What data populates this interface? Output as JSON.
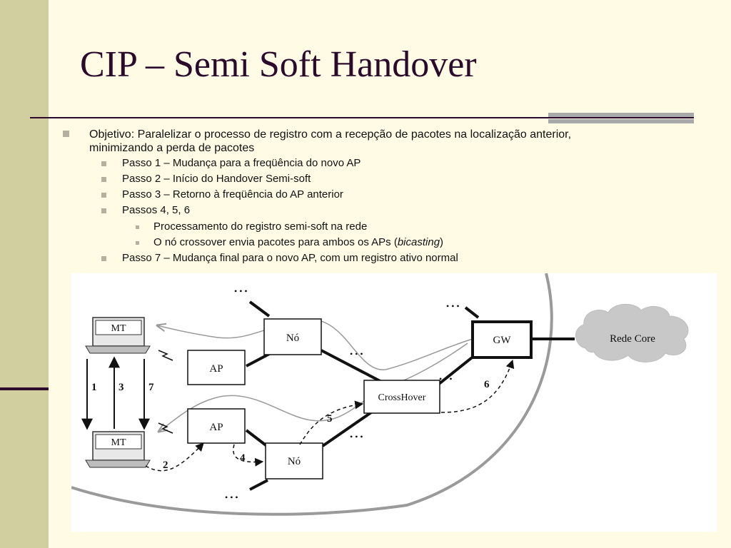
{
  "slide": {
    "title": "CIP – Semi Soft Handover"
  },
  "bullets": {
    "main_line1": "Objetivo: Paralelizar o processo de registro com a recepção de pacotes na localização anterior,",
    "main_line2": "minimizando a perda de pacotes",
    "step1": "Passo 1 – Mudança para a freqüência do novo AP",
    "step2": "Passo 2 – Início do Handover Semi-soft",
    "step3": "Passo 3 – Retorno à freqüência do AP anterior",
    "step456": "Passos 4, 5, 6",
    "sub1": "Processamento do registro semi-soft na rede",
    "sub2_pre": "O nó crossover envia pacotes para ambos os APs (",
    "sub2_em": "bicasting",
    "sub2_post": ")",
    "step7": "Passo 7 – Mudança final para o novo AP, com um registro ativo normal"
  },
  "diagram": {
    "mt_top": "MT",
    "mt_bottom": "MT",
    "ap_top": "AP",
    "ap_bottom": "AP",
    "no_top": "Nó",
    "no_bottom": "Nó",
    "crosshover": "CrossHover",
    "gw": "GW",
    "cloud": "Rede Core",
    "n1": "1",
    "n2": "2",
    "n3": "3",
    "n4": "4",
    "n5": "5",
    "n6": "6",
    "n7": "7",
    "ellipsis": "• • •"
  }
}
